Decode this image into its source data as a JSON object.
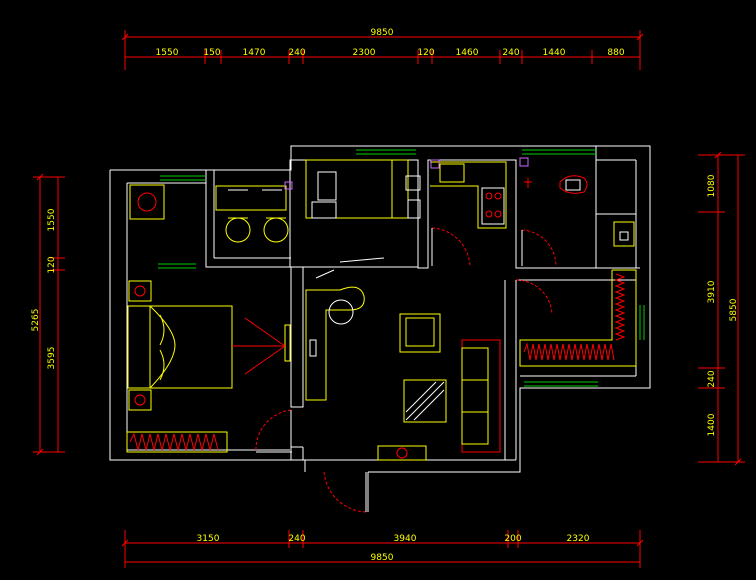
{
  "top_dimensions": {
    "total": "9850",
    "segments": [
      "1550",
      "150",
      "1470",
      "240",
      "2300",
      "120",
      "1460",
      "240",
      "1440",
      "880"
    ]
  },
  "bottom_dimensions": {
    "total": "9850",
    "segments": [
      "3150",
      "240",
      "3940",
      "200",
      "2320"
    ]
  },
  "left_dimensions": {
    "total": "5265",
    "segments": [
      "1550",
      "120",
      "3595"
    ]
  },
  "right_dimensions": {
    "total": "5850",
    "segments": [
      "1080",
      "3910",
      "240",
      "1400"
    ]
  },
  "colors": {
    "background": "#000000",
    "wall": "#ffffff",
    "dimension": "#ff0000",
    "dimension_text": "#ffff00",
    "furniture": "#ffff00",
    "accent": "#ff0000",
    "window": "#00cc00",
    "fixture": "#cc66ff"
  }
}
